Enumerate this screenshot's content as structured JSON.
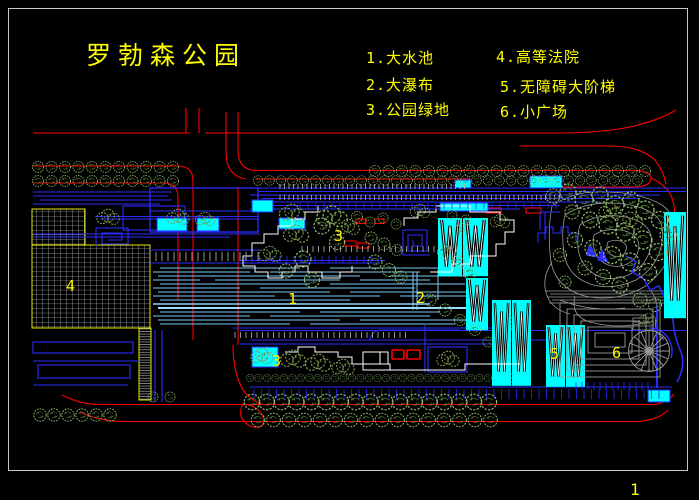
{
  "drawing": {
    "title": "罗勃森公园",
    "page_number": "1",
    "legend": {
      "items": [
        "1.大水池",
        "2.大瀑布",
        "3.公园绿地",
        "4.高等法院",
        "5.无障碍大阶梯",
        "6.小广场"
      ]
    },
    "zone_labels": {
      "pool": "1",
      "waterfall": "2",
      "lawn_upper": "3",
      "lawn_lower": "3",
      "court": "4",
      "stairs": "5",
      "plaza": "6"
    },
    "colors": {
      "background": "#000000",
      "frame": "#C8C8C8",
      "road_red": "#FF0000",
      "structure_blue": "#2B2BFF",
      "pool_cyan": "#00FFFF",
      "water_line_blue": "#7EC9F2",
      "vegetation_green": "#8FBC6F",
      "vegetation_dark": "#4E7A32",
      "contour_gray": "#9A9A9A",
      "text_yellow": "#FFFF00",
      "outline_white": "#FFFFFF"
    }
  }
}
